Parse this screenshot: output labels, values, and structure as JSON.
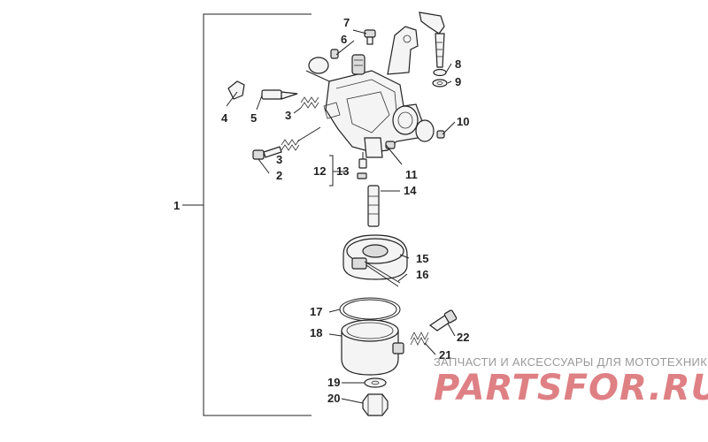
{
  "callouts": [
    {
      "id": "c1",
      "text": "1"
    },
    {
      "id": "c2",
      "text": "2"
    },
    {
      "id": "c3a",
      "text": "3"
    },
    {
      "id": "c3b",
      "text": "3"
    },
    {
      "id": "c4",
      "text": "4"
    },
    {
      "id": "c5",
      "text": "5"
    },
    {
      "id": "c6",
      "text": "6"
    },
    {
      "id": "c7",
      "text": "7"
    },
    {
      "id": "c8",
      "text": "8"
    },
    {
      "id": "c9",
      "text": "9"
    },
    {
      "id": "c10",
      "text": "10"
    },
    {
      "id": "c11",
      "text": "11"
    },
    {
      "id": "c12",
      "text": "12"
    },
    {
      "id": "c13",
      "text": "13"
    },
    {
      "id": "c14",
      "text": "14"
    },
    {
      "id": "c15",
      "text": "15"
    },
    {
      "id": "c16",
      "text": "16"
    },
    {
      "id": "c17",
      "text": "17"
    },
    {
      "id": "c18",
      "text": "18"
    },
    {
      "id": "c19",
      "text": "19"
    },
    {
      "id": "c20",
      "text": "20"
    },
    {
      "id": "c21",
      "text": "21"
    },
    {
      "id": "c22",
      "text": "22"
    }
  ],
  "watermark": {
    "subtitle": "ЗАПЧАСТИ И АКСЕССУАРЫ ДЛЯ МОТОТЕХНИКИ",
    "logo": "PARTSFOR.RU",
    "logo_color": "#d96b6f"
  }
}
